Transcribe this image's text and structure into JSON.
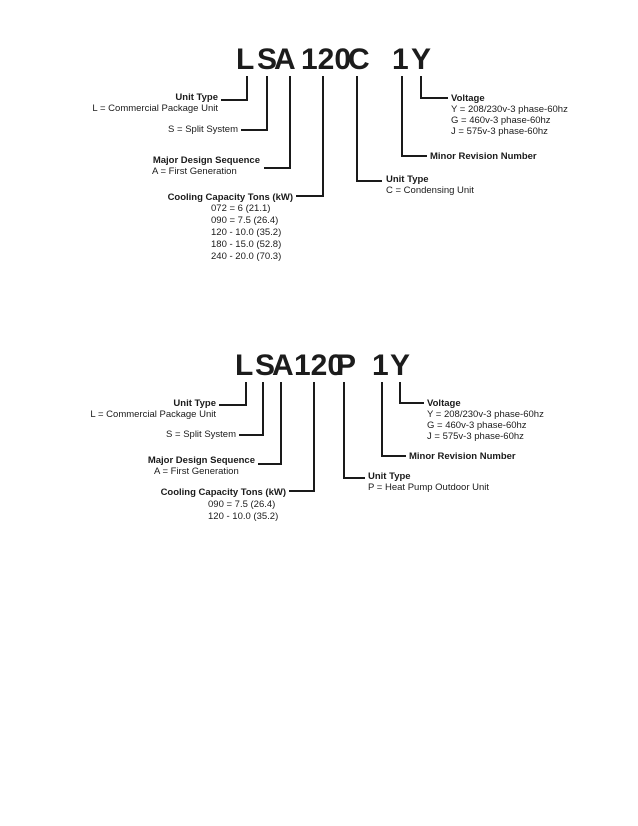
{
  "diagram1": {
    "code": {
      "c1": "L",
      "c2": "S",
      "c3": "A",
      "c4": "120",
      "c5": "C",
      "c6": "1",
      "c7": "Y"
    },
    "unit_type_title": "Unit Type",
    "unit_type_desc": "L = Commercial Package Unit",
    "split_system": "S = Split System",
    "major_design_title": "Major Design Sequence",
    "major_design_desc": "A = First Generation",
    "cooling_title": "Cooling Capacity Tons (kW)",
    "cooling_items": [
      "072 = 6 (21.1)",
      "090 = 7.5 (26.4)",
      "120 - 10.0 (35.2)",
      "180 - 15.0 (52.8)",
      "240 - 20.0 (70.3)"
    ],
    "unit_type2_title": "Unit Type",
    "unit_type2_desc": "C = Condensing Unit",
    "minor_revision": "Minor Revision Number",
    "voltage_title": "Voltage",
    "voltage_items": [
      "Y = 208/230v-3 phase-60hz",
      "G = 460v-3 phase-60hz",
      "J = 575v-3 phase-60hz"
    ]
  },
  "diagram2": {
    "code": {
      "c1": "L",
      "c2": "S",
      "c3": "A",
      "c4": "120",
      "c5": "P",
      "c6": "1",
      "c7": "Y"
    },
    "unit_type_title": "Unit Type",
    "unit_type_desc": "L = Commercial Package Unit",
    "split_system": "S = Split System",
    "major_design_title": "Major Design Sequence",
    "major_design_desc": "A = First Generation",
    "cooling_title": "Cooling Capacity Tons (kW)",
    "cooling_items": [
      "090 = 7.5 (26.4)",
      "120 - 10.0 (35.2)"
    ],
    "unit_type2_title": "Unit Type",
    "unit_type2_desc": "P = Heat Pump Outdoor Unit",
    "minor_revision": "Minor Revision Number",
    "voltage_title": "Voltage",
    "voltage_items": [
      "Y = 208/230v-3 phase-60hz",
      "G = 460v-3 phase-60hz",
      "J = 575v-3 phase-60hz"
    ]
  }
}
